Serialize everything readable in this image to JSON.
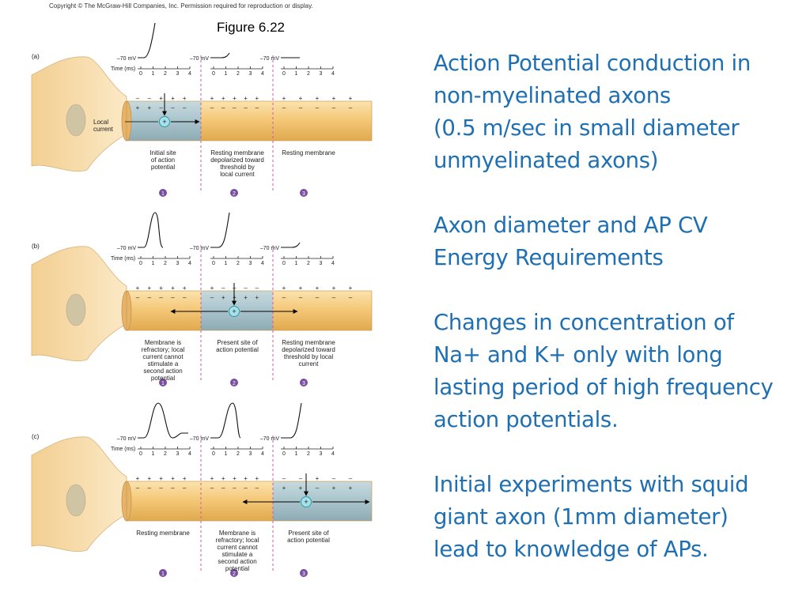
{
  "copyright": "Copyright © The McGraw-Hill Companies, Inc. Permission required for reproduction or display.",
  "figure_caption": "Figure 6.22",
  "colors": {
    "text_blue": "#1f6fb3",
    "axon_orange": "#f5c97a",
    "axon_blue": "#a9c4cc",
    "cell_body": "#f8e0b0",
    "badge_purple": "#7a4e9e"
  },
  "panels": [
    {
      "label": "(a)",
      "traces": [
        {
          "mv_label": "–70 mV"
        },
        {
          "mv_label": "–70 mV"
        },
        {
          "mv_label": "–70 mV"
        }
      ],
      "time_label": "Time (ms)",
      "ticks": [
        "0",
        "1",
        "2",
        "3",
        "4"
      ],
      "top_signs": [
        [
          "–",
          "–",
          "+",
          "+",
          "+"
        ],
        [
          "+",
          "+",
          "+",
          "+",
          "+"
        ],
        [
          "+",
          "+",
          "+",
          "+",
          "+"
        ]
      ],
      "bottom_signs": [
        [
          "+",
          "+",
          "–",
          "–",
          "–"
        ],
        [
          "–",
          "–",
          "–",
          "–",
          "–"
        ],
        [
          "–",
          "–",
          "–",
          "–",
          "–"
        ]
      ],
      "local_current": "Local\ncurrent",
      "captions": [
        "Initial site\nof action\npotential",
        "Resting membrane\ndepolarized toward\nthreshold by\nlocal current",
        "Resting membrane"
      ],
      "badges": [
        "1",
        "2",
        "3"
      ]
    },
    {
      "label": "(b)",
      "traces": [
        {
          "mv_label": "–70 mV"
        },
        {
          "mv_label": "–70 mV"
        },
        {
          "mv_label": "–70 mV"
        }
      ],
      "time_label": "Time (ms)",
      "ticks": [
        "0",
        "1",
        "2",
        "3",
        "4"
      ],
      "top_signs": [
        [
          "+",
          "+",
          "+",
          "+",
          "+"
        ],
        [
          "+",
          "–",
          "–",
          "–",
          "–"
        ],
        [
          "+",
          "+",
          "+",
          "+",
          "+"
        ]
      ],
      "bottom_signs": [
        [
          "–",
          "–",
          "–",
          "–",
          "–"
        ],
        [
          "–",
          "+",
          "+",
          "+",
          "+"
        ],
        [
          "–",
          "–",
          "–",
          "–",
          "–"
        ]
      ],
      "captions": [
        "Membrane is\nrefractory; local\ncurrent cannot\nstimulate a\nsecond action\npotential",
        "Present site of\naction potential",
        "Resting membrane\ndepolarized toward\nthreshold by local\ncurrent"
      ],
      "badges": [
        "1",
        "2",
        "3"
      ]
    },
    {
      "label": "(c)",
      "traces": [
        {
          "mv_label": "–70 mV"
        },
        {
          "mv_label": "–70 mV"
        },
        {
          "mv_label": "–70 mV"
        }
      ],
      "time_label": "Time (ms)",
      "ticks": [
        "0",
        "1",
        "2",
        "3",
        "4"
      ],
      "top_signs": [
        [
          "+",
          "+",
          "+",
          "+",
          "+"
        ],
        [
          "+",
          "+",
          "+",
          "+",
          "+"
        ],
        [
          "–",
          "–",
          "+",
          "–",
          "–"
        ]
      ],
      "bottom_signs": [
        [
          "–",
          "–",
          "–",
          "–",
          "–"
        ],
        [
          "–",
          "–",
          "–",
          "–",
          "–"
        ],
        [
          "+",
          "+",
          "–",
          "+",
          "+"
        ]
      ],
      "captions": [
        "Resting membrane",
        "Membrane is\nrefractory; local\ncurrent cannot\nstimulate a\nsecond action\npotential",
        "Present site of\naction potential"
      ],
      "badges": [
        "1",
        "2",
        "3"
      ]
    }
  ],
  "notes": {
    "p1": [
      "Action Potential conduction in",
      "non-myelinated axons",
      "(0.5 m/sec in small diameter",
      "unmyelinated axons)"
    ],
    "p2": [
      "Axon diameter and AP CV",
      "Energy Requirements"
    ],
    "p3": [
      "Changes in concentration of",
      "Na+ and K+ only with long",
      "lasting period of high frequency",
      "action potentials."
    ],
    "p4": [
      "Initial experiments with squid",
      "giant axon (1mm diameter)",
      "lead to knowledge of APs."
    ]
  }
}
